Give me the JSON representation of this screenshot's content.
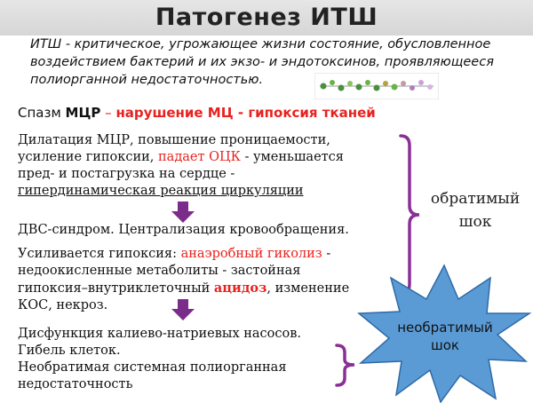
{
  "title": "Патогенез ИТШ",
  "definition": "ИТШ - критическое, угрожающее жизни состояние, обусловленное воздействием бактерий и их экзо- и эндотоксинов, проявляющееся полиорганной недостаточностью.",
  "spasm": {
    "prefix": "Спазм ",
    "mcr": "МЦР",
    "dash": " – ",
    "consequence": "нарушение МЦ - гипоксия тканей"
  },
  "block1": {
    "line1": "Дилатация МЦР, повышение проницаемости,",
    "line2_a": "усиление гипоксии, ",
    "line2_red": "падает ОЦК",
    "line2_b": " - уменьшается",
    "line3": "пред- и постагрузка на сердце -",
    "line4": "гипердинамическая реакция циркуляции"
  },
  "block2": {
    "line1": "ДВС-синдром. Централизация кровообращения."
  },
  "block3": {
    "line1_a": "Усиливается гипоксия: ",
    "line1_red": "анаэробный гиколиз",
    "line1_b": " -",
    "line2": "недоокисленные метаболиты - застойная",
    "line3_a": "гипоксия–внутриклеточный ",
    "line3_red": "ацидоз",
    "line3_b": ", изменение",
    "line4": "КОС, некроз."
  },
  "block4": {
    "line1": "Дисфункция калиево-натриевых насосов.",
    "line2": "Гибель клеток.",
    "line3": "Необратимая системная полиорганная",
    "line4": "недостаточность"
  },
  "reversible": {
    "line1": "обратимый",
    "line2": "шок"
  },
  "irreversible": {
    "line1": "необратимый",
    "line2": "шок"
  },
  "colors": {
    "accent_red": "#e8221f",
    "arrow_purple": "#7b2c8a",
    "bracket_purple": "#8a2f96",
    "star_fill": "#5b9bd5",
    "star_stroke": "#2e6aa6"
  }
}
